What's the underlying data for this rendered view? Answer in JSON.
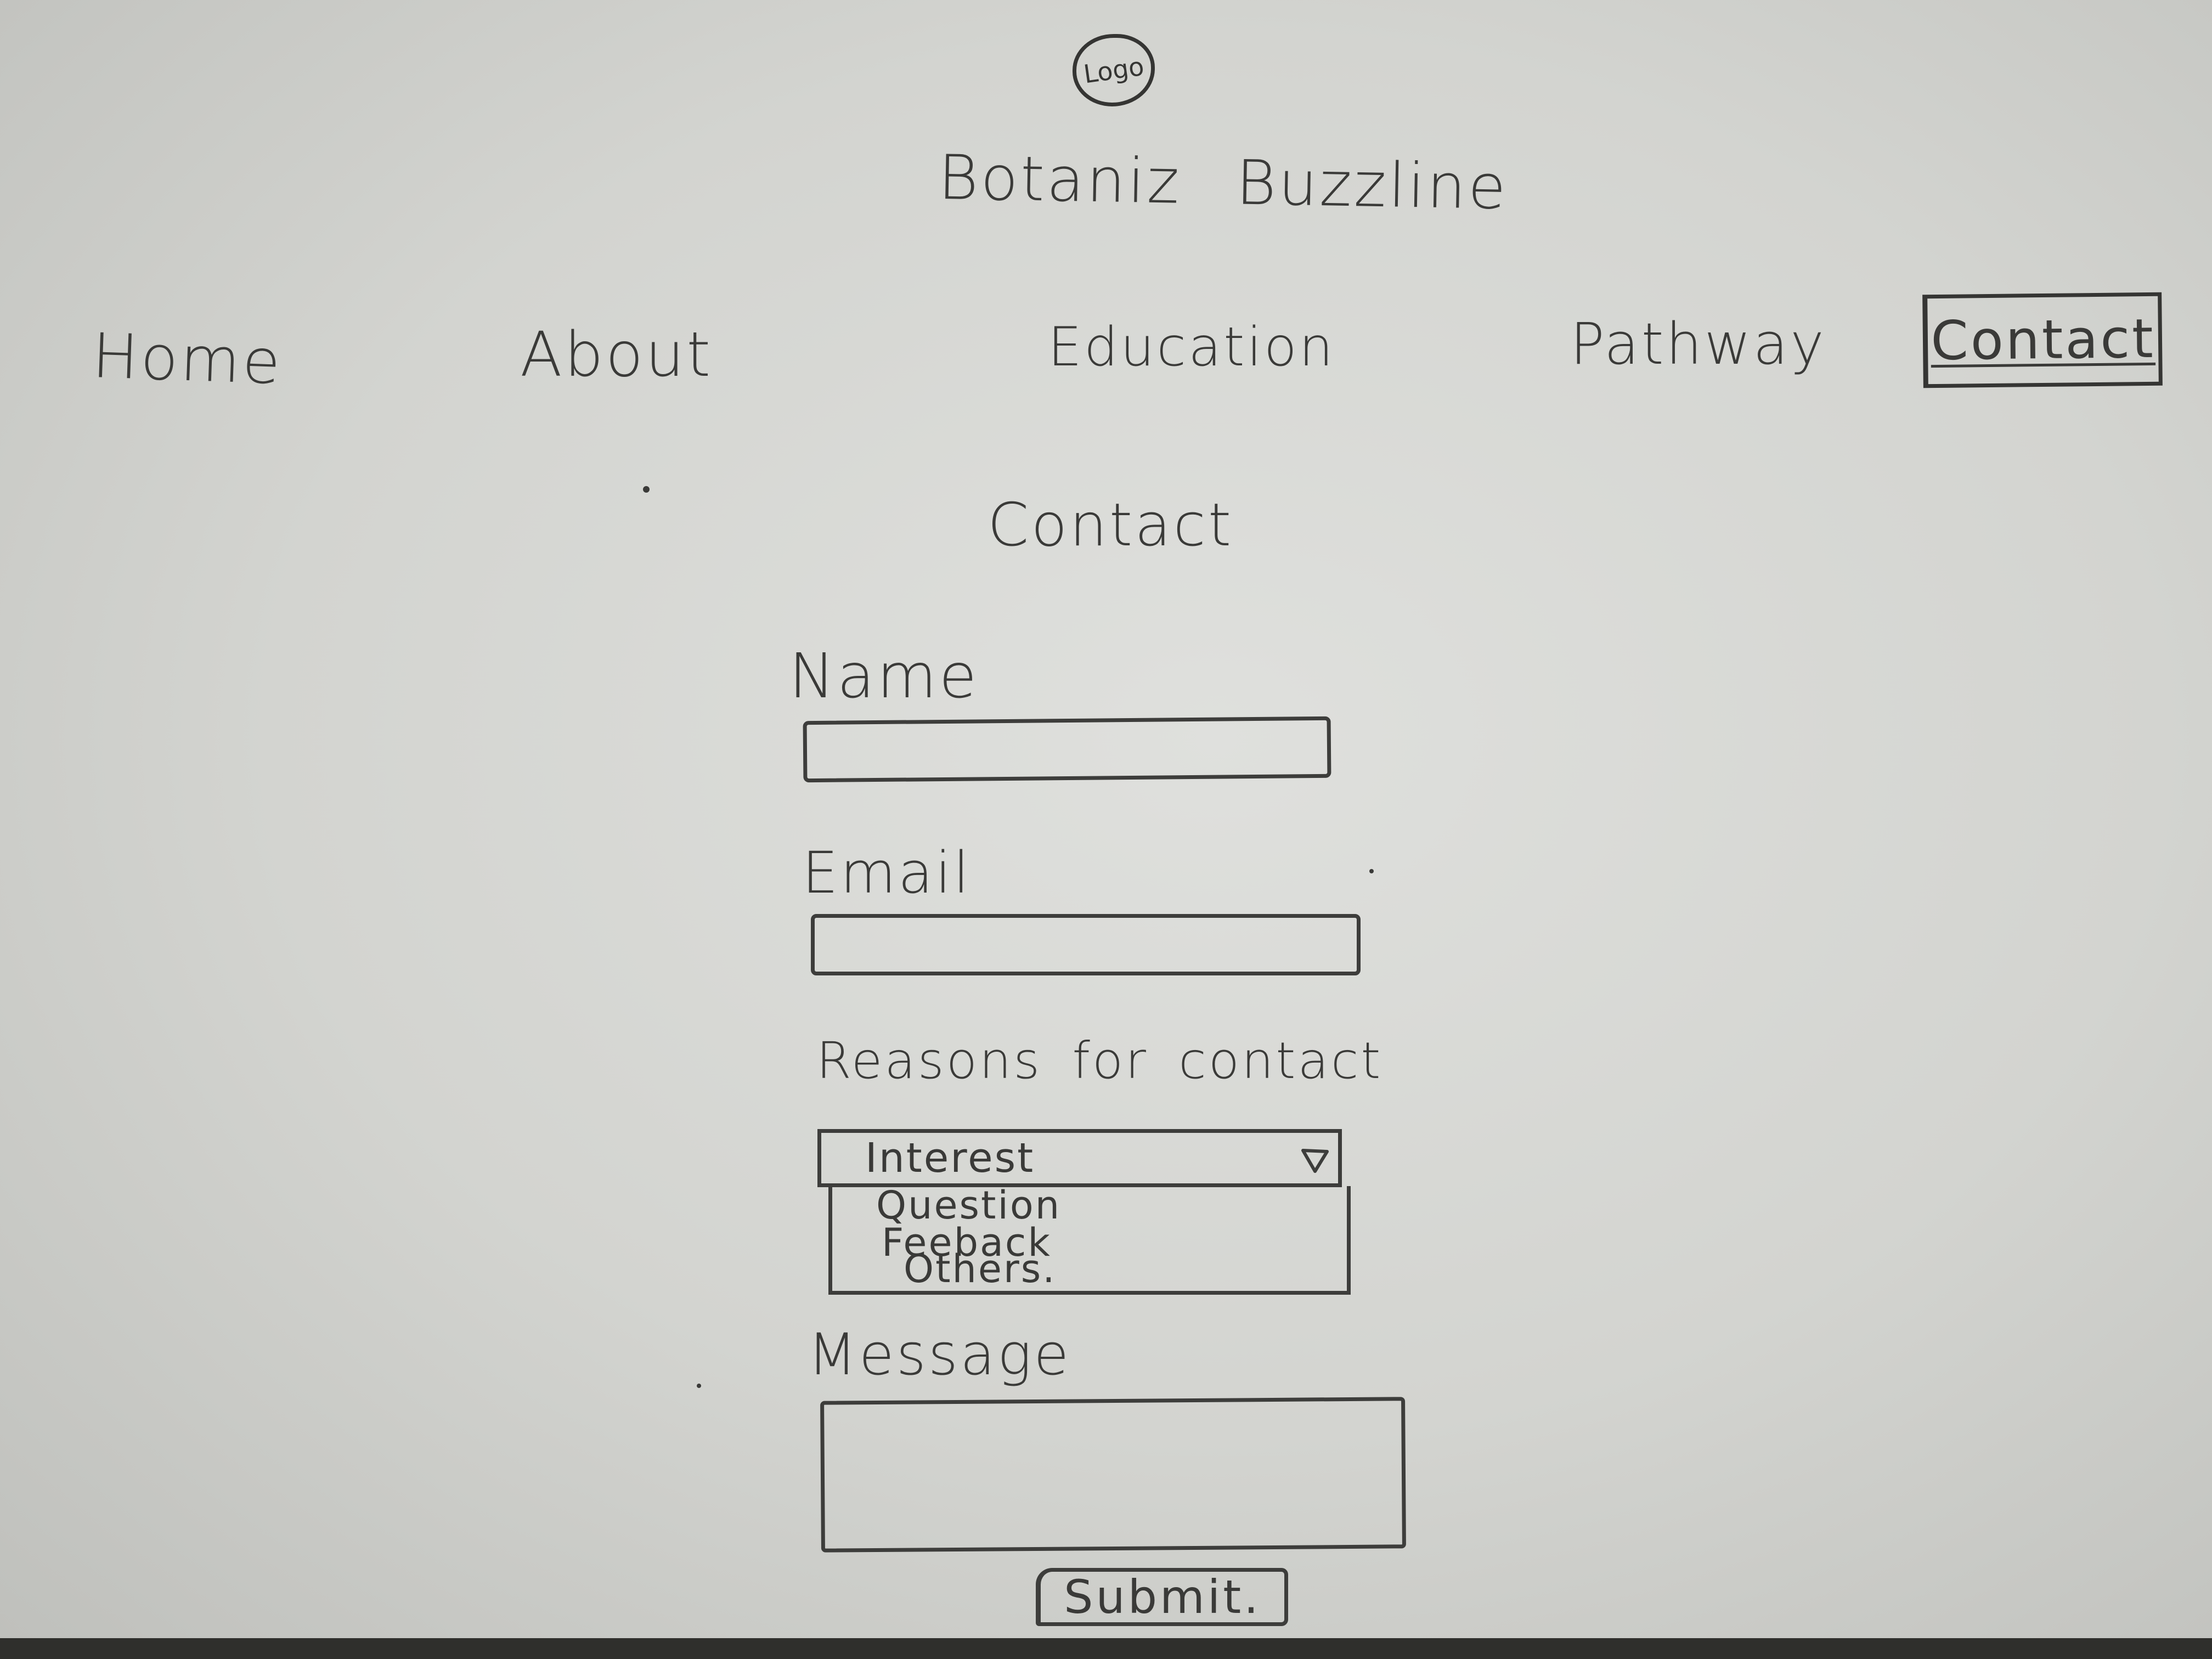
{
  "header": {
    "logo_text": "Logo",
    "site_title": "Botaniz Buzzline"
  },
  "nav": {
    "items": [
      {
        "label": "Home"
      },
      {
        "label": "About"
      },
      {
        "label": "Education"
      },
      {
        "label": "Pathway"
      },
      {
        "label": "Contact",
        "active": true
      }
    ]
  },
  "main": {
    "heading": "Contact",
    "form": {
      "name_label": "Name",
      "name_value": "",
      "email_label": "Email",
      "email_value": "",
      "reason_label": "Reasons for contact",
      "reason_selected": "Interest",
      "reason_options": [
        "Question",
        "Feeback",
        "Others."
      ],
      "message_label": "Message",
      "message_value": "",
      "submit_label": "Submit."
    }
  },
  "icons": {
    "dropdown_arrow": "triangle-down-icon"
  },
  "colors": {
    "paper": "#d6d7d3",
    "pencil": "#3a3a38",
    "background_edge": "#2f2f2c"
  }
}
